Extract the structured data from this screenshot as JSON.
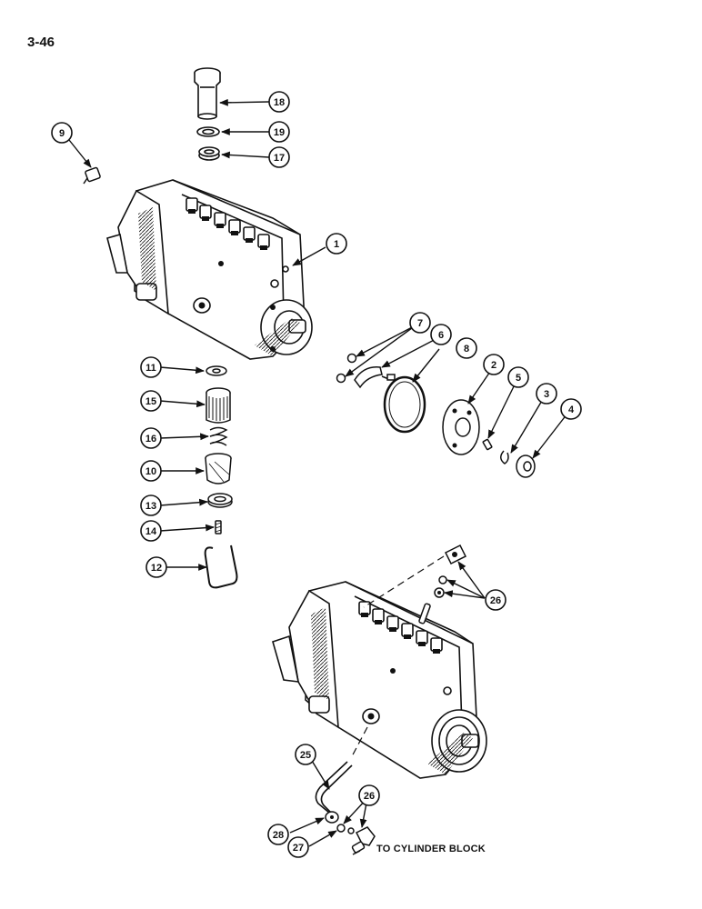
{
  "page_number": "3-46",
  "note_text": "TO CYLINDER BLOCK",
  "callouts": [
    {
      "id": "c18",
      "label": "18"
    },
    {
      "id": "c19",
      "label": "19"
    },
    {
      "id": "c17",
      "label": "17"
    },
    {
      "id": "c9",
      "label": "9"
    },
    {
      "id": "c1",
      "label": "1"
    },
    {
      "id": "c7",
      "label": "7"
    },
    {
      "id": "c6",
      "label": "6"
    },
    {
      "id": "c8",
      "label": "8"
    },
    {
      "id": "c2",
      "label": "2"
    },
    {
      "id": "c5",
      "label": "5"
    },
    {
      "id": "c3",
      "label": "3"
    },
    {
      "id": "c4",
      "label": "4"
    },
    {
      "id": "c11",
      "label": "11"
    },
    {
      "id": "c15",
      "label": "15"
    },
    {
      "id": "c16",
      "label": "16"
    },
    {
      "id": "c10",
      "label": "10"
    },
    {
      "id": "c13",
      "label": "13"
    },
    {
      "id": "c14",
      "label": "14"
    },
    {
      "id": "c12",
      "label": "12"
    },
    {
      "id": "c26a",
      "label": "26"
    },
    {
      "id": "c25",
      "label": "25"
    },
    {
      "id": "c26b",
      "label": "26"
    },
    {
      "id": "c28",
      "label": "28"
    },
    {
      "id": "c27",
      "label": "27"
    }
  ],
  "colors": {
    "ink": "#111111",
    "paper": "#ffffff",
    "shade": "#555555"
  }
}
